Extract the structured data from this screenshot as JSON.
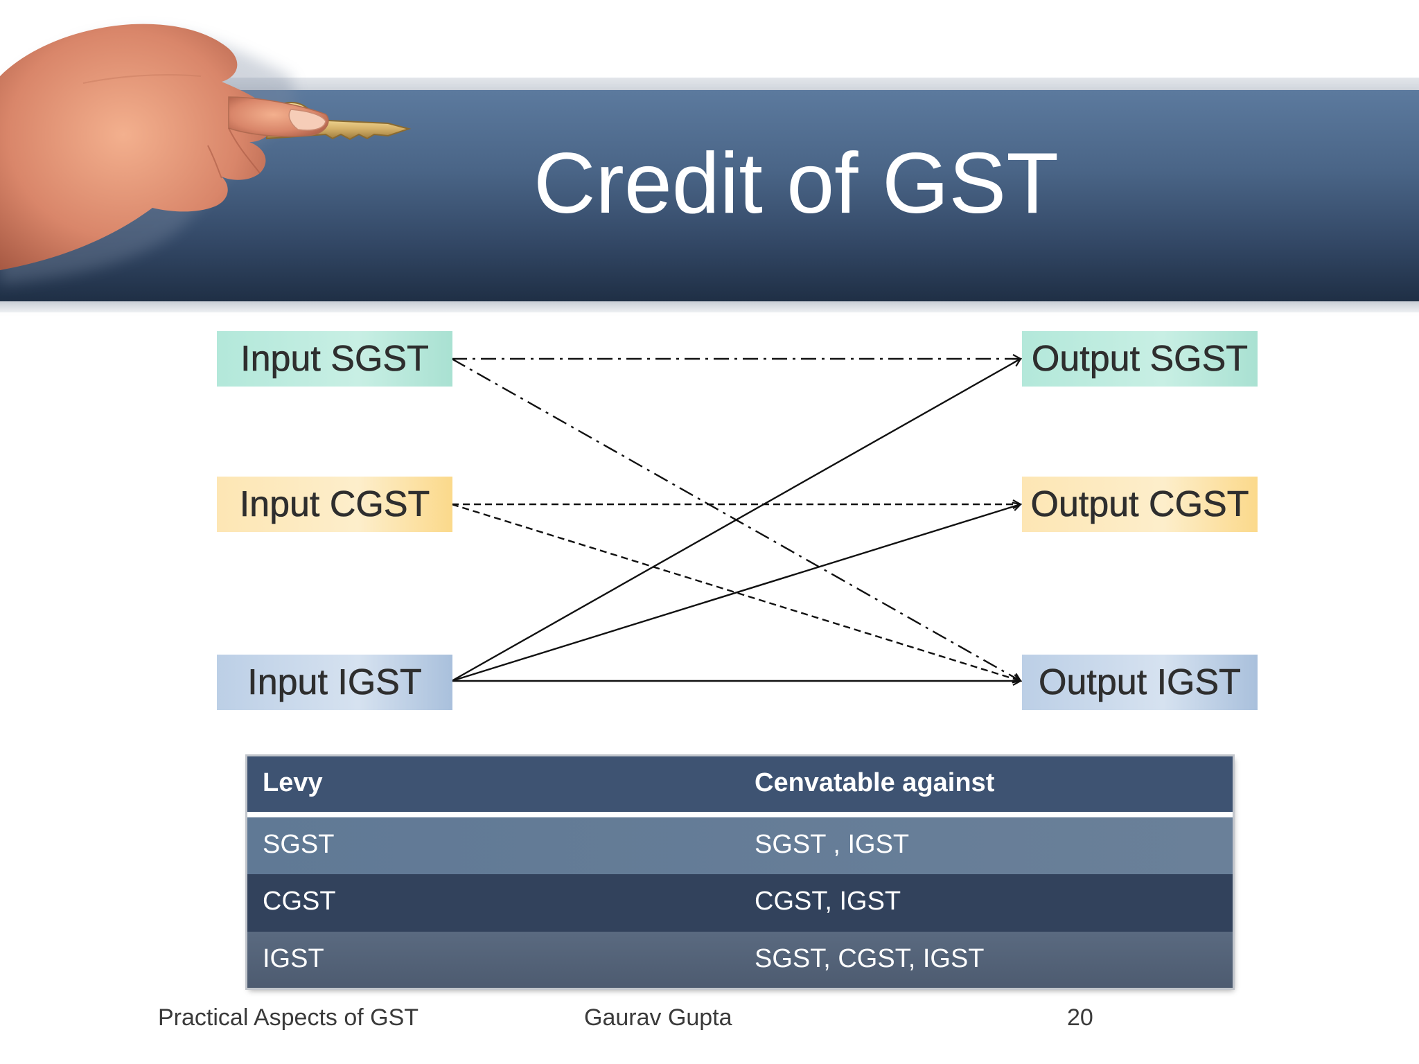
{
  "slide": {
    "title": "Credit of GST"
  },
  "diagram": {
    "inputs": {
      "sgst": "Input SGST",
      "cgst": "Input CGST",
      "igst": "Input IGST"
    },
    "outputs": {
      "sgst": "Output SGST",
      "cgst": "Output CGST",
      "igst": "Output IGST"
    },
    "flows": [
      {
        "from": "Input SGST",
        "to": "Output SGST",
        "style": "dash-dot"
      },
      {
        "from": "Input SGST",
        "to": "Output IGST",
        "style": "dash-dot"
      },
      {
        "from": "Input CGST",
        "to": "Output CGST",
        "style": "dashed"
      },
      {
        "from": "Input CGST",
        "to": "Output IGST",
        "style": "dashed"
      },
      {
        "from": "Input IGST",
        "to": "Output SGST",
        "style": "solid"
      },
      {
        "from": "Input IGST",
        "to": "Output CGST",
        "style": "solid"
      },
      {
        "from": "Input IGST",
        "to": "Output IGST",
        "style": "solid"
      }
    ],
    "colors": {
      "sgst": "#b3e8da",
      "cgst": "#fde6b4",
      "igst": "#bccfe6"
    }
  },
  "table": {
    "headers": [
      "Levy",
      "Cenvatable against"
    ],
    "rows": [
      [
        "SGST",
        "SGST , IGST"
      ],
      [
        "CGST",
        "CGST, IGST"
      ],
      [
        "IGST",
        "SGST, CGST, IGST"
      ]
    ]
  },
  "footer": {
    "left": "Practical Aspects of GST",
    "center": "Gaurav Gupta",
    "page_number": "20"
  },
  "theme": {
    "header_color": "#3e5372",
    "title_color": "#ffffff"
  }
}
